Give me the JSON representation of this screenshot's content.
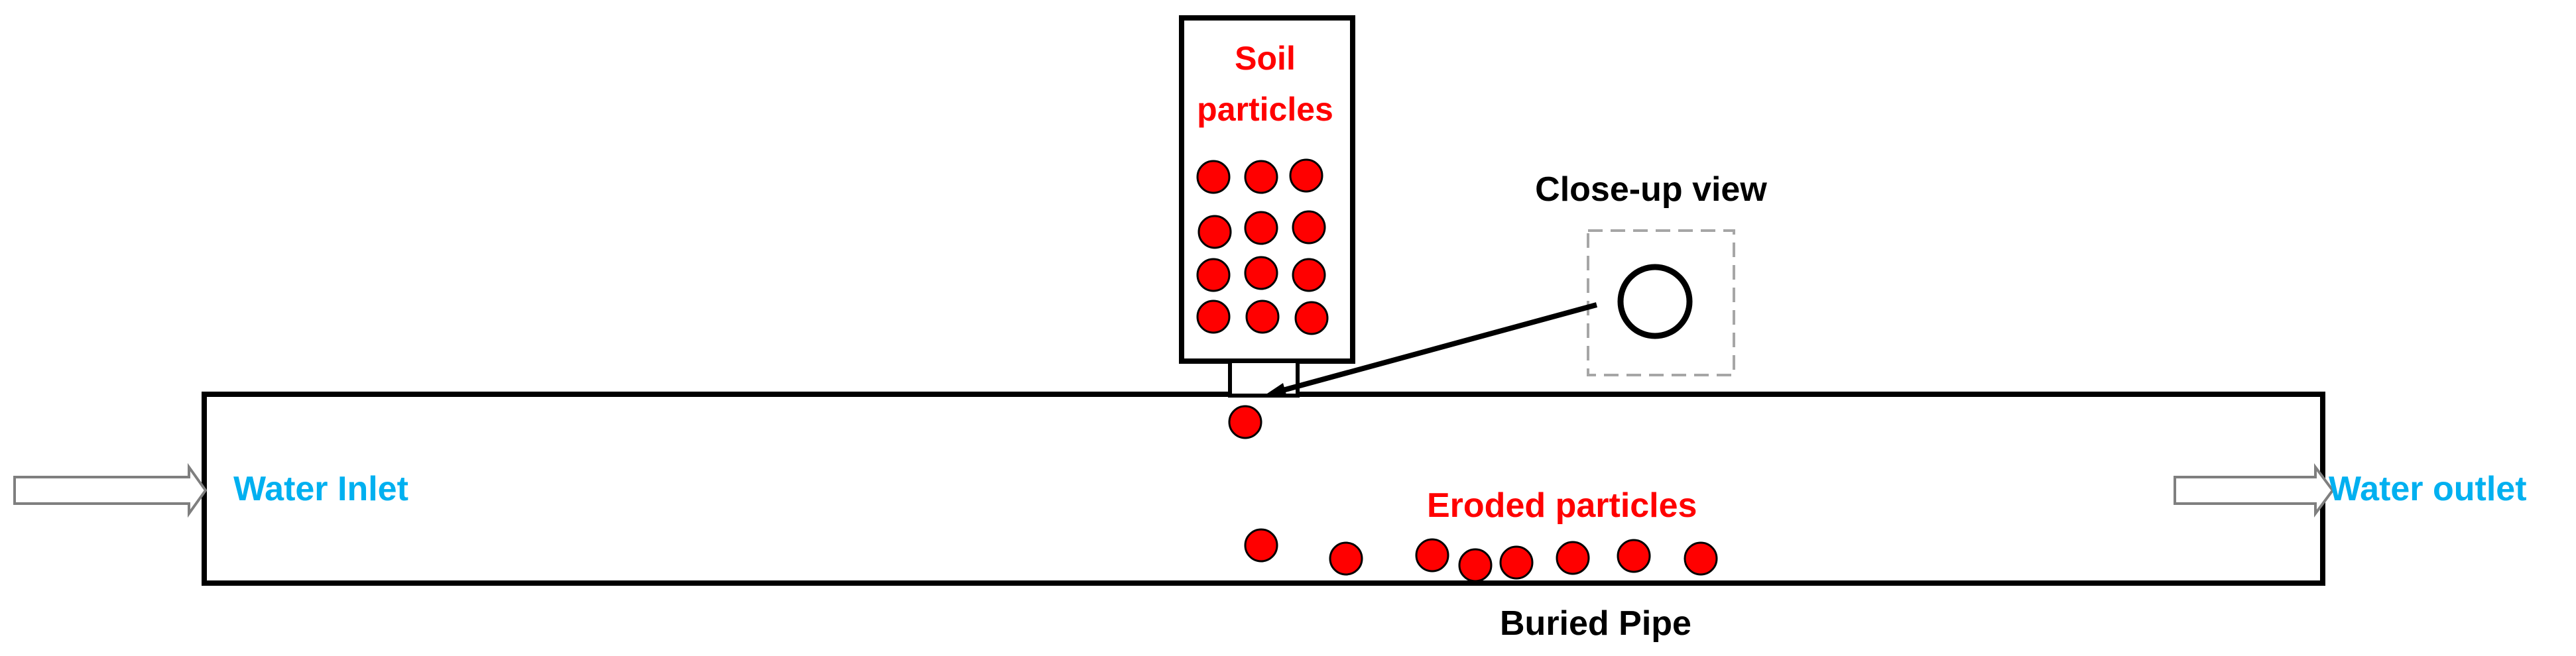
{
  "labels": {
    "soil_line1": "Soil",
    "soil_line2": "particles",
    "close_up": "Close-up view",
    "water_inlet": "Water Inlet",
    "water_outlet": "Water outlet",
    "eroded": "Eroded particles",
    "buried_pipe": "Buried Pipe"
  },
  "colors": {
    "particle": "#ff0000",
    "particle_label": "#ff0000",
    "water_label": "#00b0f0",
    "outline": "#000000",
    "dashed_box": "#a6a6a6",
    "arrow_outline": "#7f7f7f"
  }
}
